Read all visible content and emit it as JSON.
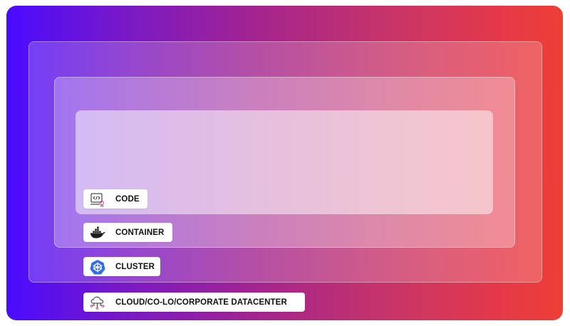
{
  "layers": [
    {
      "id": "code",
      "label": "CODE",
      "icon": "code-icon"
    },
    {
      "id": "container",
      "label": "CONTAINER",
      "icon": "docker-icon"
    },
    {
      "id": "cluster",
      "label": "CLUSTER",
      "icon": "kubernetes-icon"
    },
    {
      "id": "cloud",
      "label": "CLOUD/CO-LO/CORPORATE DATACENTER",
      "icon": "cloud-network-icon"
    }
  ],
  "colors": {
    "gradient_start": "#4a0bff",
    "gradient_end": "#ee3f35",
    "docker": "#1d1d1d",
    "kubernetes": "#326ce5"
  }
}
